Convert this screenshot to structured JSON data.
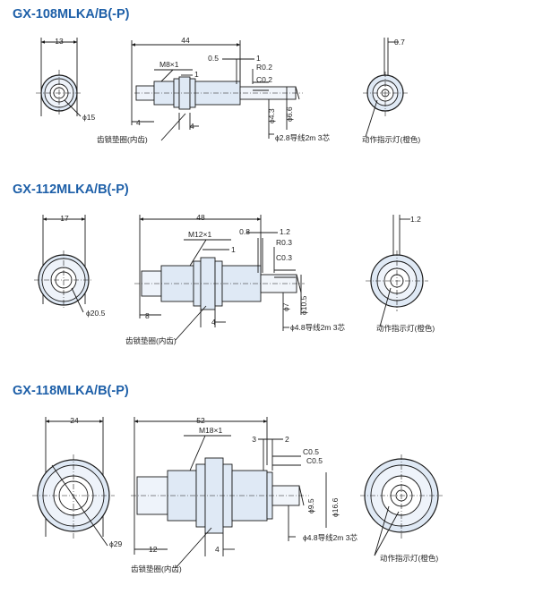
{
  "colors": {
    "title": "#1d5fa8",
    "body_fill": "#dfe9f5",
    "cable_fill": "#f1f5fa",
    "stroke": "#1a1a1a"
  },
  "sensors": [
    {
      "model": "GX-108MLKA/B(-P)",
      "front_dia": "13",
      "front_circle": "ϕ15",
      "length": "44",
      "thread": "M8×1",
      "nut_w": "1",
      "gap_a": "0.5",
      "gap_b": "1",
      "r_label": "R0.2",
      "c_label": "C0.2",
      "left_len": "4",
      "nut_len": "4",
      "cable_dia": "ϕ4.3",
      "body_dia": "ϕ6.6",
      "cable_note": "ϕ2.8导线2m 3芯",
      "washer_note": "齿锁垫圈(内齿)",
      "indicator_note": "动作指示灯(橙色)",
      "rear_dim": "0.7"
    },
    {
      "model": "GX-112MLKA/B(-P)",
      "front_dia": "17",
      "front_circle": "ϕ20.5",
      "length": "48",
      "thread": "M12×1",
      "nut_w": "1",
      "gap_a": "0.8",
      "gap_b": "1.2",
      "r_label": "R0.3",
      "c_label": "C0.3",
      "left_len": "8",
      "nut_len": "4",
      "cable_dia": "ϕ7",
      "body_dia": "ϕ10.5",
      "cable_note": "ϕ4.8导线2m 3芯",
      "washer_note": "齿锁垫圈(内齿)",
      "indicator_note": "动作指示灯(橙色)",
      "rear_dim": "1.2"
    },
    {
      "model": "GX-118MLKA/B(-P)",
      "front_dia": "24",
      "front_circle": "ϕ29",
      "length": "52",
      "thread": "M18×1",
      "gap_a": "3",
      "gap_b": "2",
      "c_label_a": "C0.5",
      "c_label_b": "C0.5",
      "left_len": "12",
      "nut_len": "4",
      "cable_dia": "ϕ9.5",
      "body_dia": "ϕ16.6",
      "cable_note": "ϕ4.8导线2m 3芯",
      "washer_note": "齿锁垫圈(内齿)",
      "indicator_note": "动作指示灯(橙色)"
    }
  ]
}
